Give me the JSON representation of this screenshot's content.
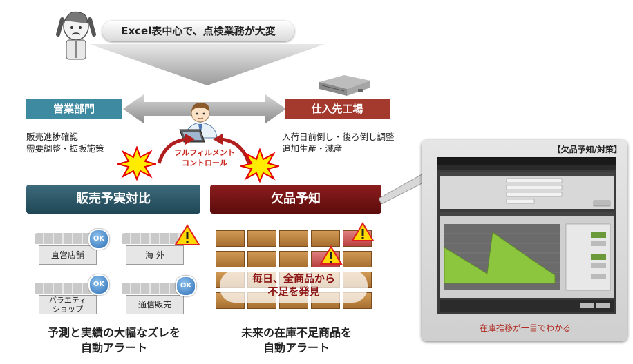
{
  "banner": {
    "text": "Excel表中心で、点検業務が大変"
  },
  "departments": {
    "sales": "営業部門",
    "factory": "仕入先工場"
  },
  "notes": {
    "sales": [
      "販売進捗確認",
      "需要調整・拡販施策"
    ],
    "factory": [
      "入荷日前倒し・後ろ倒し調整",
      "追加生産・減産"
    ]
  },
  "center_label": [
    "フルフィルメント",
    "コントロール"
  ],
  "buttons": {
    "left": "販売予実対比",
    "right": "欠品予知"
  },
  "shops": [
    {
      "label": "直営店舗",
      "badge": "OK"
    },
    {
      "label": "海 外",
      "badge": "warning"
    },
    {
      "label_lines": [
        "バラエティ",
        "ショップ"
      ],
      "badge": "OK"
    },
    {
      "label": "通信販売",
      "badge": "OK"
    }
  ],
  "boxes_overlay": [
    "毎日、全商品から",
    "不足を発見"
  ],
  "captions": {
    "left": [
      "予測と実績の大幅なズレを",
      "自動アラート"
    ],
    "right": [
      "未来の在庫不足商品を",
      "自動アラート"
    ]
  },
  "panel": {
    "title": "【欠品予知/対策】",
    "caption": "在庫推移が一目でわかる"
  },
  "colors": {
    "sales": "#3e8aa0",
    "factory": "#a43a2e",
    "left_button": "#1f4655",
    "right_button": "#5c0c0c",
    "chart_fill": "#8cc63f"
  }
}
